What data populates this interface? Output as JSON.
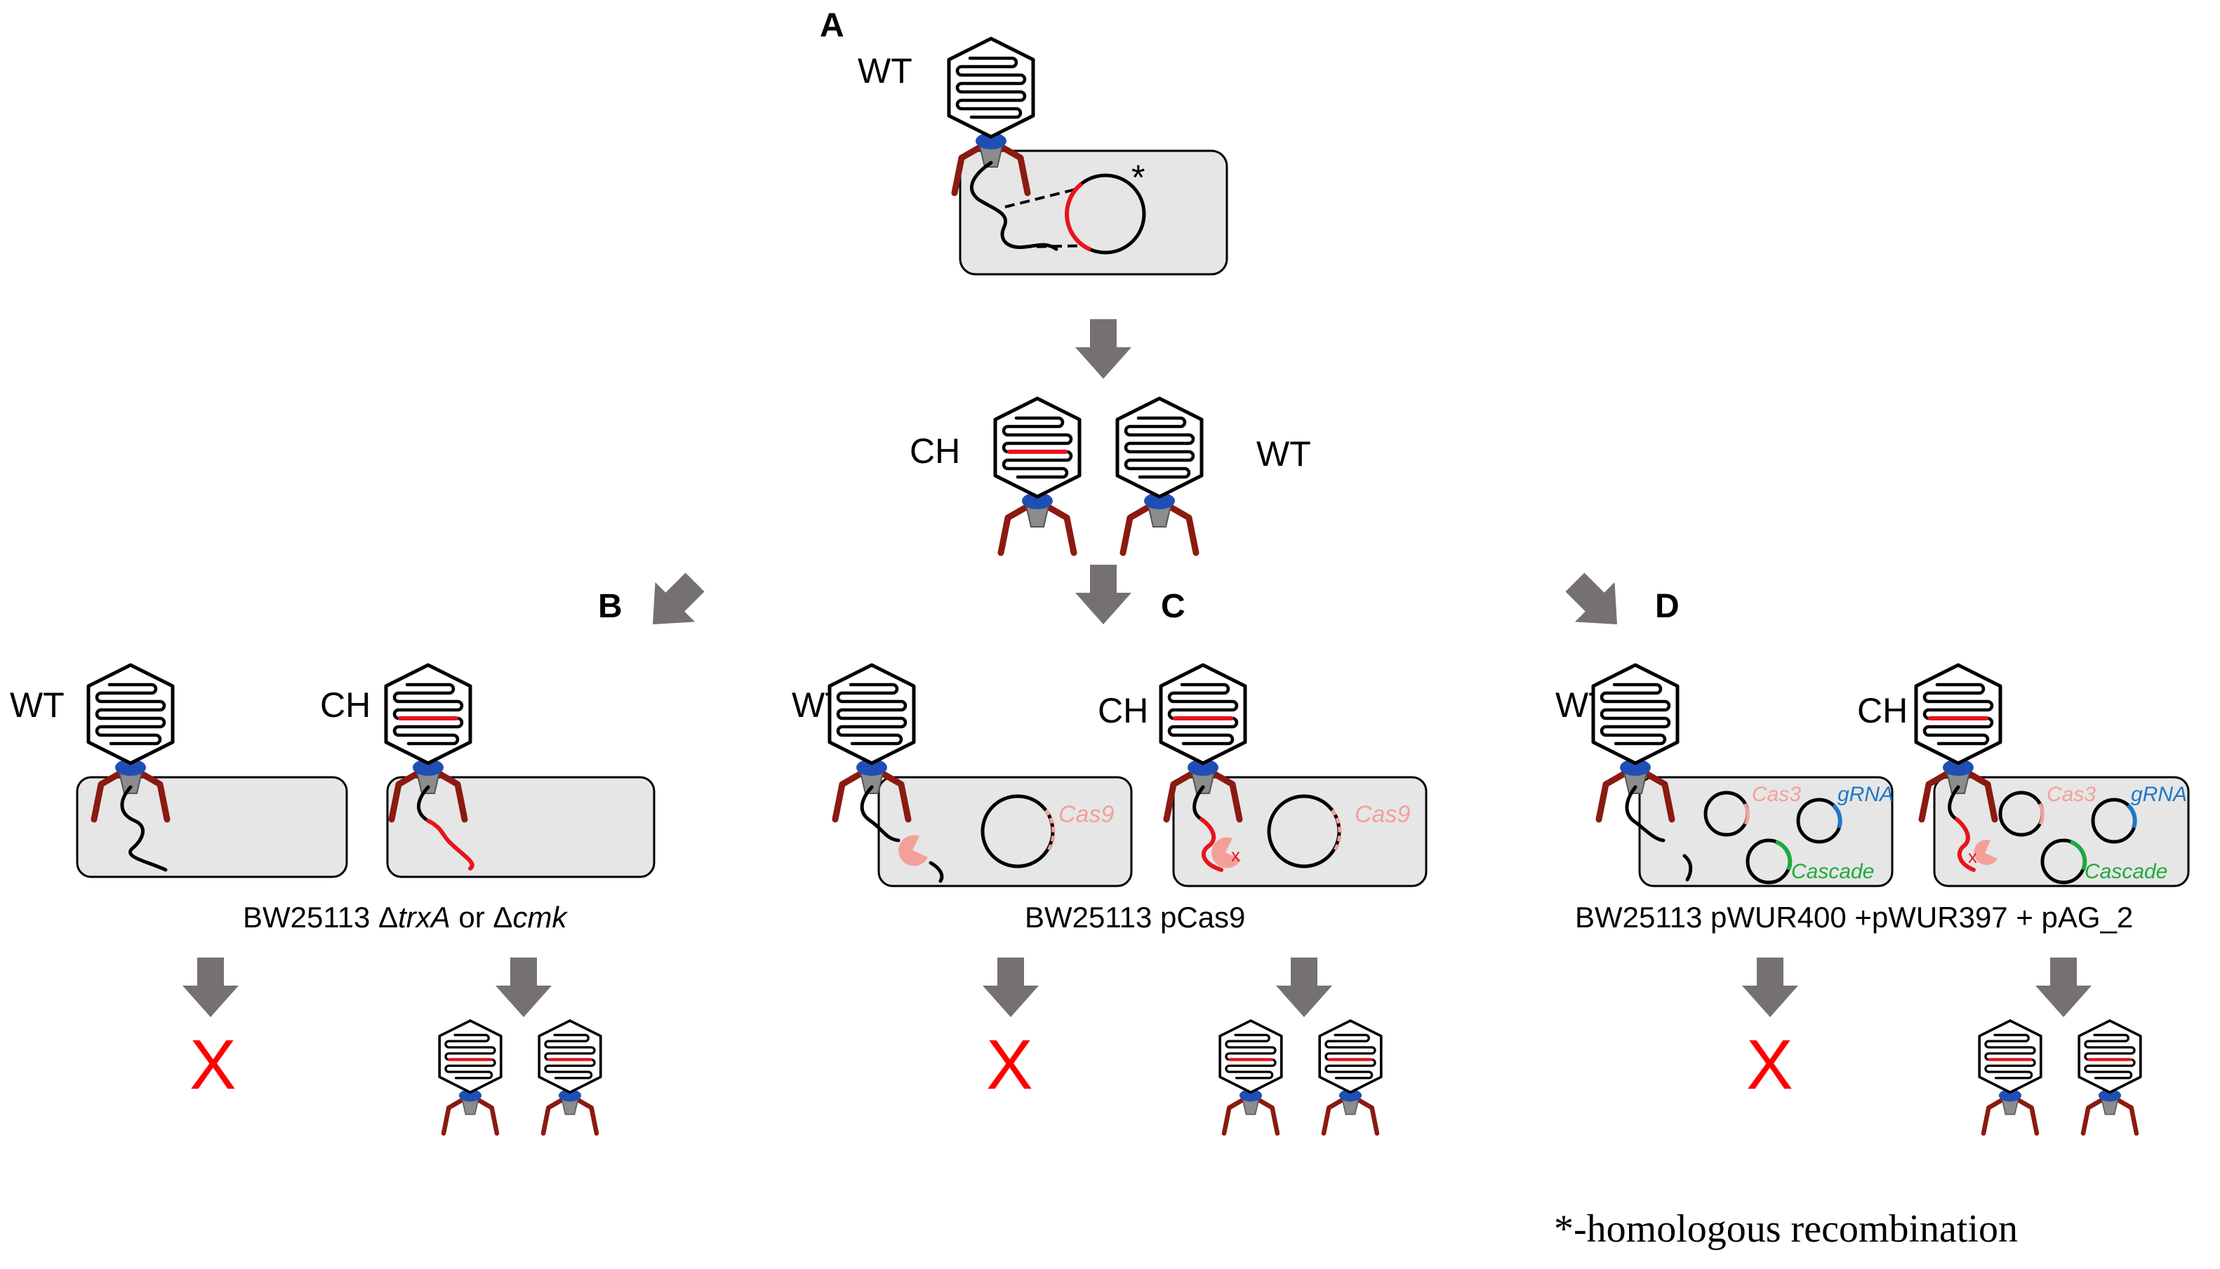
{
  "panels": {
    "A": "A",
    "B": "B",
    "C": "C",
    "D": "D"
  },
  "phage_labels": {
    "wt": "WT",
    "ch": "CH"
  },
  "panel_a": {
    "asterisk": "*"
  },
  "panel_b": {
    "strain_prefix": "BW25113 Δ",
    "gene1": "trxA",
    "or_text": " or Δ",
    "gene2": "cmk"
  },
  "panel_c": {
    "strain": "BW25113 pCas9",
    "cas9": "Cas9",
    "cut_mark": "x"
  },
  "panel_d": {
    "strain": "BW25113  pWUR400 +pWUR397 + pAG_2",
    "cas3": "Cas3",
    "grna": "gRNA",
    "cascade": "Cascade",
    "cut_mark": "x"
  },
  "no_progeny_mark": "X",
  "footnote": "*-homologous recombination",
  "colors": {
    "dna": "#000000",
    "edited_dna": "#e8141b",
    "cell_fill": "#e6e6e6",
    "arrow": "#767171",
    "tail_fibers": "#8b1a10",
    "baseplate": "#1f4fb4",
    "tail": "#8c8c8c",
    "cas_protein": "#f4a09a",
    "cas3_label": "#f4a09a",
    "grna_label": "#1f77c8",
    "cascade_label": "#1faa3a",
    "no_progeny": "#ff0000"
  },
  "icons": {
    "phage": "bacteriophage-icon",
    "cell": "bacterial-cell-icon",
    "arrow": "thick-arrow-icon",
    "cross": "red-x-icon"
  }
}
